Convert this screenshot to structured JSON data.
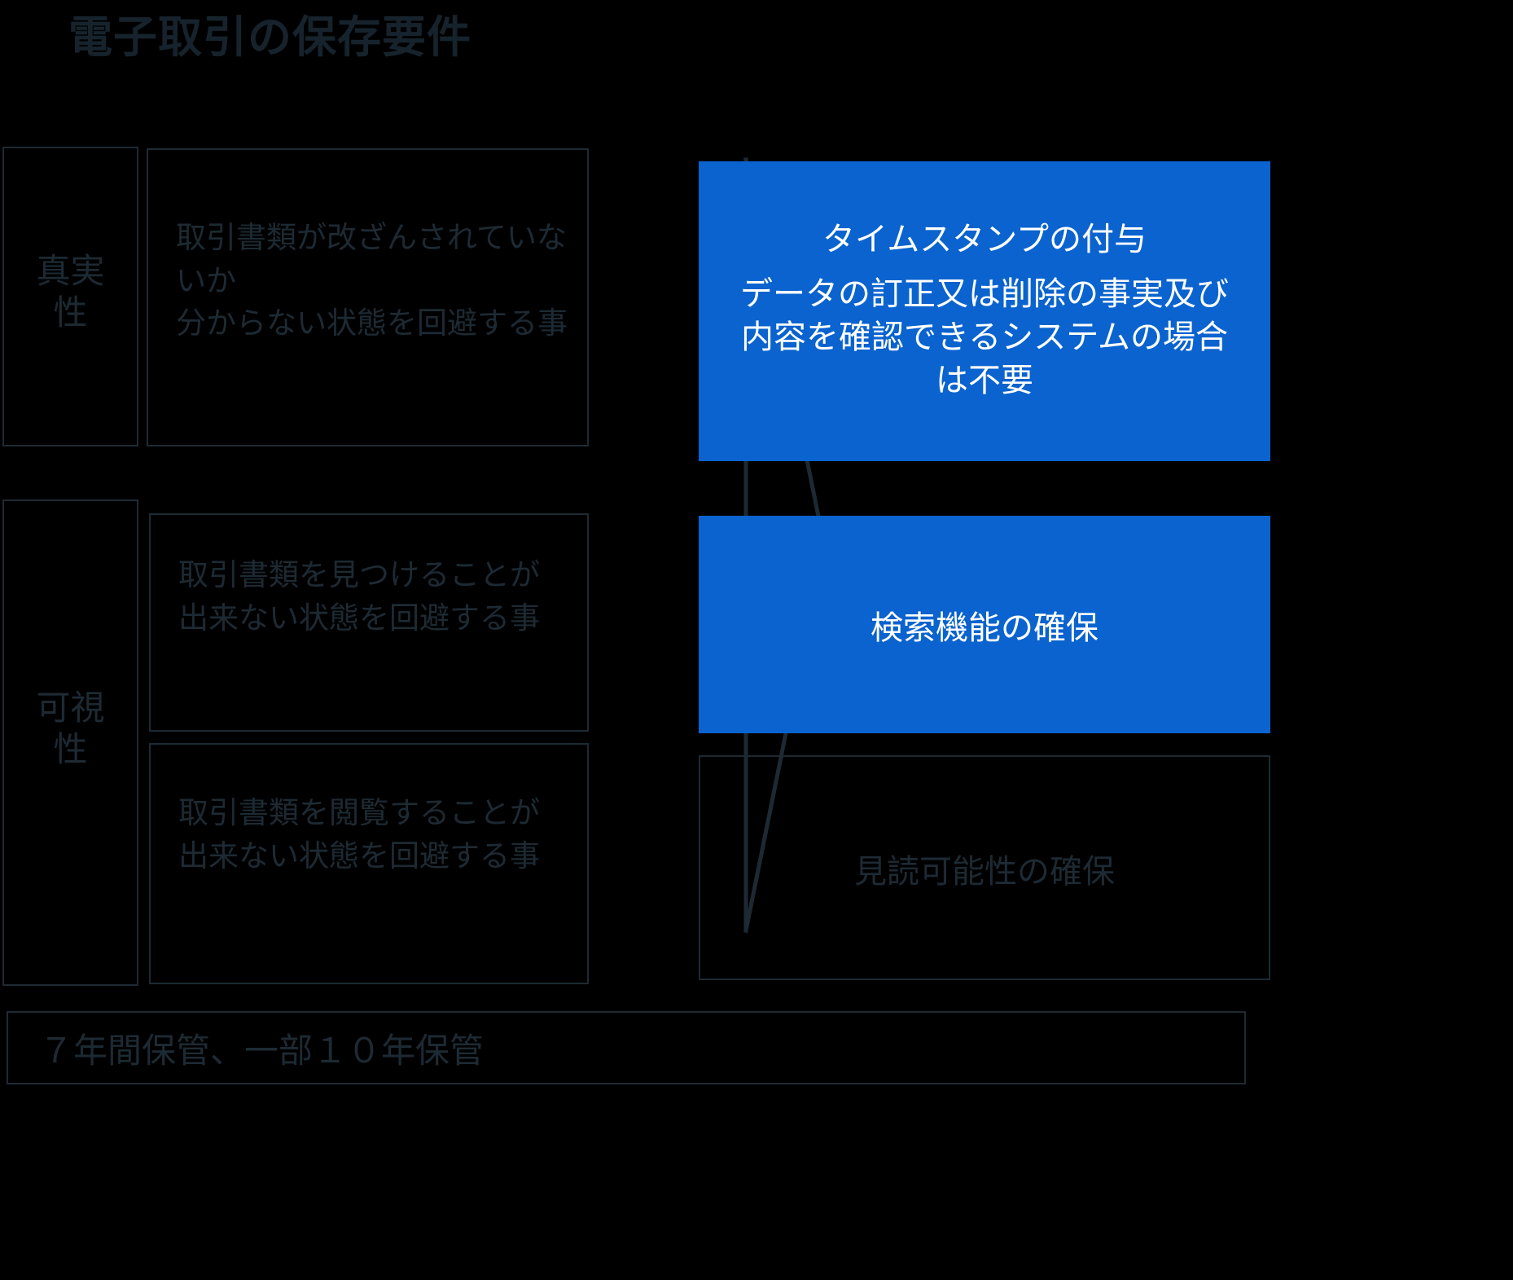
{
  "title": "電子取引の保存要件",
  "requirements": [
    {
      "label": "真実\n性",
      "label_plain": "真実性",
      "description": "取引書類が改ざんされていないか\n分からない状態を回避する事"
    },
    {
      "label": "可視\n性",
      "label_plain": "可視性",
      "descriptions": [
        "取引書類を見つけることが出来ない状態を回避する事",
        "取引書類を閲覧することが出来ない状態を回避する事"
      ]
    }
  ],
  "measures": [
    {
      "heading": "タイムスタンプの付与",
      "note": "データの訂正又は削除の事実及び\n内容を確認できるシステムの場合\nは不要",
      "style": "filled"
    },
    {
      "heading": "検索機能の確保",
      "note": "",
      "style": "filled"
    },
    {
      "heading": "見読可能性の確保",
      "note": "",
      "style": "outline"
    }
  ],
  "footer": {
    "retention": "７年間保管、一部１０年保管"
  },
  "colors": {
    "accent_blue": "#0a63ce",
    "line_dark": "#1d2a33",
    "text_dark": "#16232c",
    "text_on_accent": "#ffffff",
    "background": "#000000"
  },
  "icons": {
    "flow_arrow": "chevron-right-arrow"
  }
}
